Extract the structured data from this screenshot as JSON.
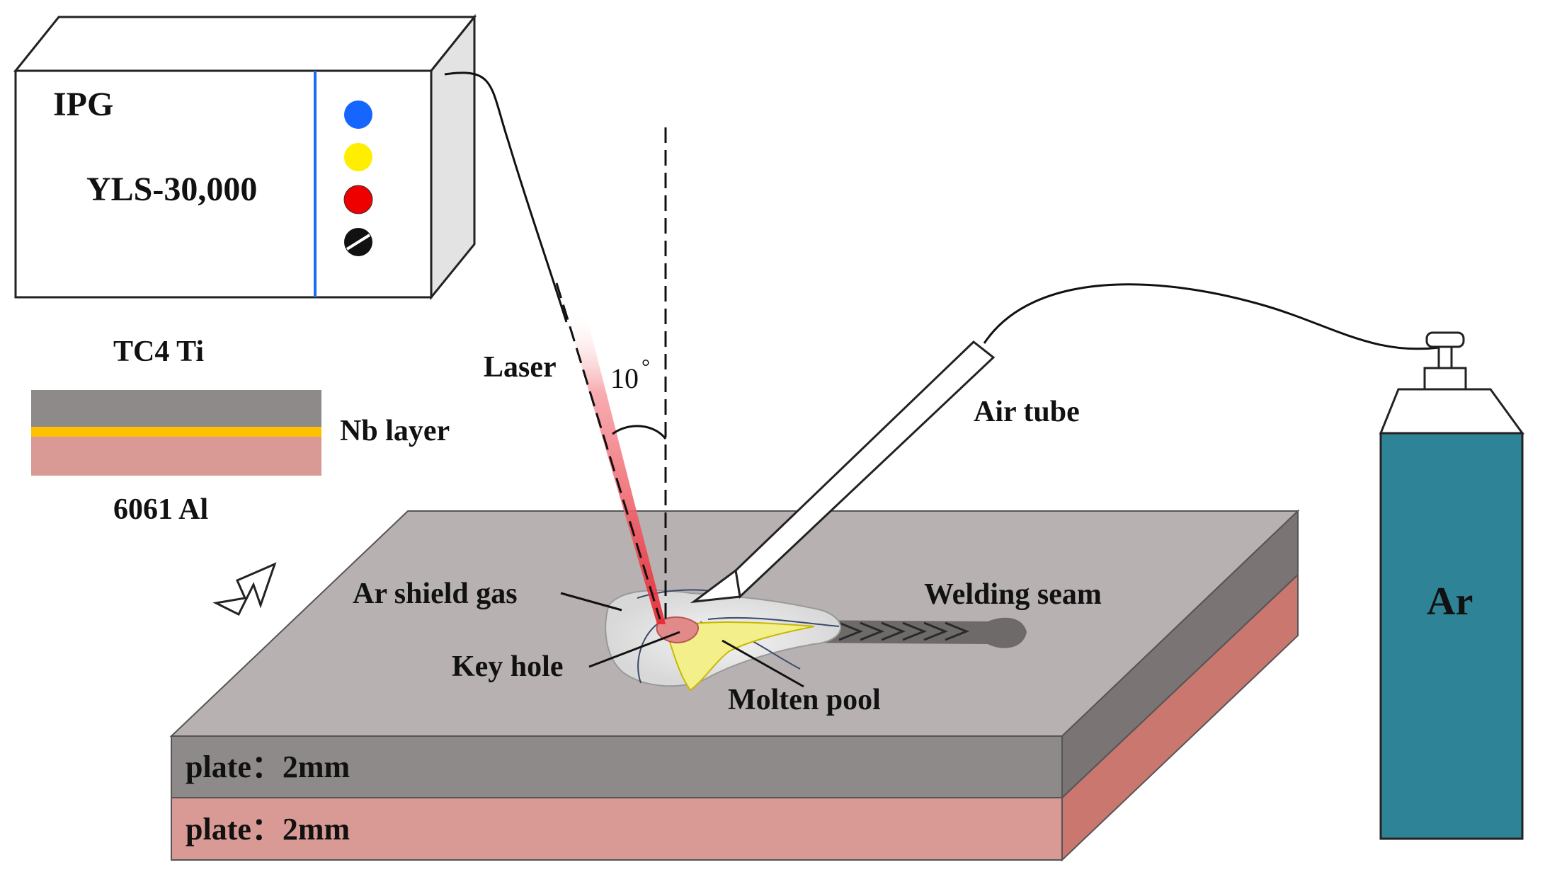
{
  "laser_unit": {
    "brand": "IPG",
    "model": "YLS-30,000",
    "indicator_colors": [
      "#1565ff",
      "#ffee00",
      "#ee0000"
    ]
  },
  "layers": {
    "top_material": "TC4 Ti",
    "interlayer": "Nb layer",
    "bottom_material": "6061 Al"
  },
  "callouts": {
    "laser": "Laser",
    "angle": "10",
    "angle_unit": "°",
    "air_tube": "Air tube",
    "shield_gas": "Ar shield gas",
    "key_hole": "Key hole",
    "molten_pool": "Molten pool",
    "welding_seam": "Welding seam"
  },
  "plates": {
    "top_label": "plate：2mm",
    "bottom_label": "plate：2mm"
  },
  "gas_cylinder": {
    "label": "Ar"
  },
  "colors": {
    "ti_plate": "#8f8a8a",
    "ti_top": "#b7b1b1",
    "al_plate": "#d99a96",
    "al_side": "#c9776f",
    "nb_layer": "#ffc000",
    "cylinder": "#2f8396",
    "laser_beam": "#e8232f"
  }
}
